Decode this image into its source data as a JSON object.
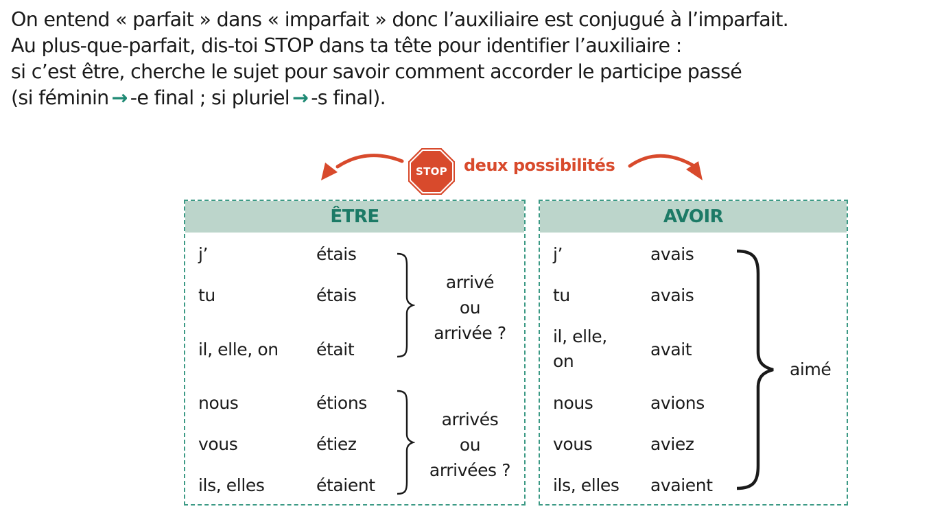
{
  "intro": {
    "line1": "On entend « parfait » dans « imparfait » donc l’auxiliaire est conjugué à l’imparfait.",
    "line2": "Au plus-que-parfait, dis-toi STOP dans ta tête pour identifier l’auxiliaire :",
    "line3": "si c’est être, cherche le sujet pour savoir comment accorder le participe passé",
    "line4_a": "(si féminin",
    "line4_b": "-e final ; si pluriel",
    "line4_c": "-s final).",
    "arrow": "→"
  },
  "stop": {
    "sign_text": "STOP",
    "label": "deux possibilités"
  },
  "colors": {
    "accent_green": "#1f8a74",
    "header_bg": "#bcd5cb",
    "stop_red": "#d84a2c"
  },
  "etre": {
    "title": "ÊTRE",
    "rows": [
      {
        "pronoun": "j’",
        "verb": "étais"
      },
      {
        "pronoun": "tu",
        "verb": "étais"
      },
      {
        "pronoun": "il, elle, on",
        "verb": "était"
      },
      {
        "pronoun": "nous",
        "verb": "étions"
      },
      {
        "pronoun": "vous",
        "verb": "étiez"
      },
      {
        "pronoun": "ils, elles",
        "verb": "étaient"
      }
    ],
    "participle_singular": [
      "arrivé",
      "ou",
      "arrivée ?"
    ],
    "participle_plural": [
      "arrivés",
      "ou",
      "arrivées ?"
    ]
  },
  "avoir": {
    "title": "AVOIR",
    "rows": [
      {
        "pronoun": "j’",
        "verb": "avais"
      },
      {
        "pronoun": "tu",
        "verb": "avais"
      },
      {
        "pronoun": "il, elle, on",
        "verb": "avait"
      },
      {
        "pronoun": "nous",
        "verb": "avions"
      },
      {
        "pronoun": "vous",
        "verb": "aviez"
      },
      {
        "pronoun": "ils, elles",
        "verb": "avaient"
      }
    ],
    "participle": "aimé"
  }
}
